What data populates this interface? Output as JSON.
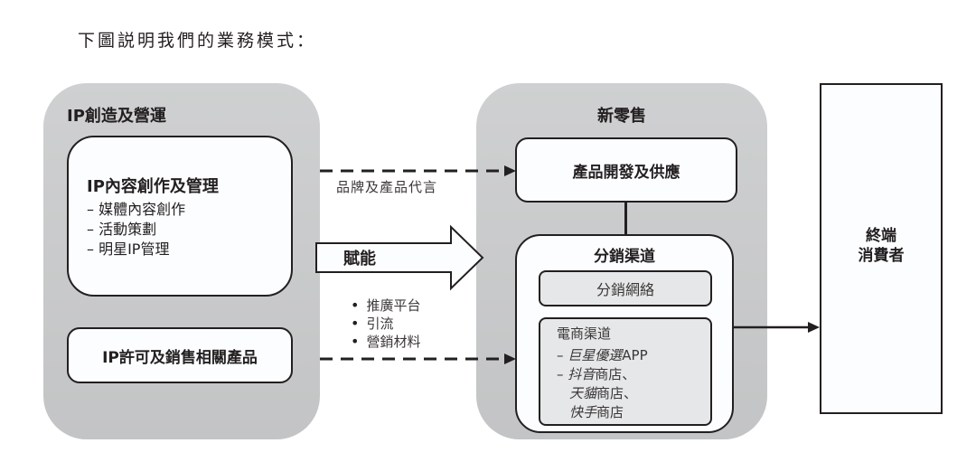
{
  "heading": "下圖説明我們的業務模式：",
  "ip_panel": {
    "title": "IP創造及營運",
    "content_box": {
      "title": "IP內容創作及管理",
      "items": [
        "– 媒體內容創作",
        "– 活動策劃",
        "– 明星IP管理"
      ]
    },
    "license_box": {
      "title": "IP許可及銷售相關產品"
    }
  },
  "connectors": {
    "brand_label": "品牌及產品代言",
    "empower_label": "賦能",
    "support_items": [
      "推廣平台",
      "引流",
      "營銷材料"
    ]
  },
  "retail_panel": {
    "title": "新零售",
    "dev_box": {
      "title": "產品開發及供應"
    },
    "distribution_box": {
      "title": "分銷渠道",
      "network": "分銷網絡",
      "ecommerce": {
        "title": "電商渠道",
        "line1_dash": "– ",
        "line1_italic": "巨星優選",
        "line1_rest": "APP",
        "line2_dash": "– ",
        "line2_italic": "抖音",
        "line2_rest": "商店、",
        "line3_italic": "天貓",
        "line3_rest": "商店、",
        "line4_italic": "快手",
        "line4_rest": "商店"
      }
    }
  },
  "consumer_box": {
    "line1": "終端",
    "line2": "消費者"
  }
}
